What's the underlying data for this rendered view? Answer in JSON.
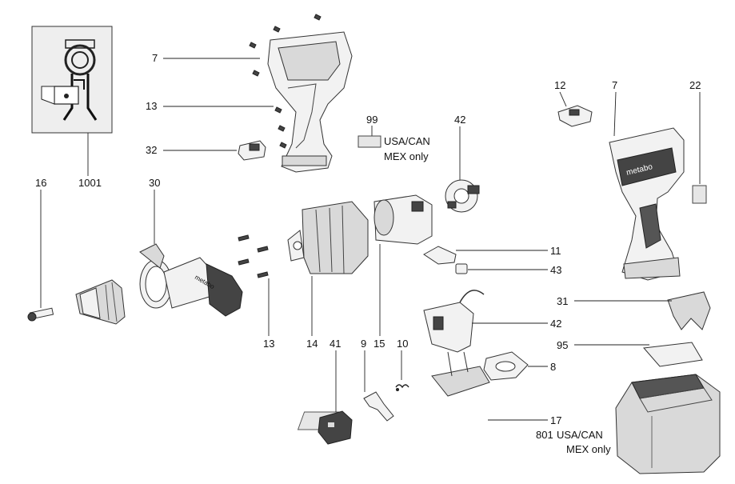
{
  "callouts": {
    "l7a": "7",
    "l13a": "13",
    "l32": "32",
    "l99": "99",
    "usa_can": "USA/CAN",
    "mex_only": "MEX only",
    "l42a": "42",
    "l12": "12",
    "l7b": "7",
    "l22": "22",
    "l16": "16",
    "l1001": "1001",
    "l30": "30",
    "l11": "11",
    "l43": "43",
    "l31": "31",
    "l42b": "42",
    "l95": "95",
    "l8": "8",
    "l17": "17",
    "l13b": "13",
    "l14": "14",
    "l41": "41",
    "l9": "9",
    "l15": "15",
    "l10": "10",
    "l801": "801",
    "usa_can2": "USA/CAN",
    "mex_only2": "MEX only"
  },
  "brand_marks": {
    "housing_logo": "metabo",
    "handle_label": "metabo"
  }
}
